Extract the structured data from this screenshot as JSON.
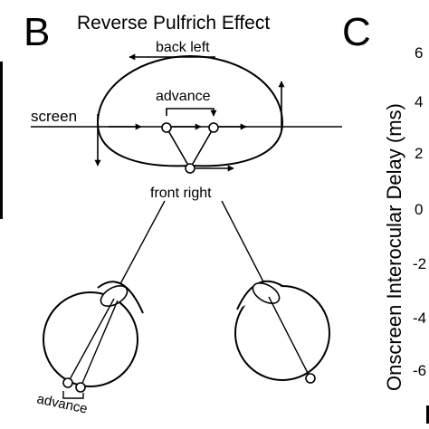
{
  "panel_b": {
    "letter": "B",
    "title": "Reverse Pulfrich Effect",
    "labels": {
      "back_left": "back left",
      "advance_top": "advance",
      "screen": "screen",
      "front_right": "front right",
      "advance_eye": "advance"
    }
  },
  "panel_c": {
    "letter": "C",
    "y_axis_label": "Onscreen Interocular Delay (ms)",
    "ticks": [
      "6",
      "4",
      "2",
      "0",
      "-2",
      "-4",
      "-6"
    ]
  },
  "colors": {
    "ink": "#000000",
    "background": "#ffffff"
  }
}
